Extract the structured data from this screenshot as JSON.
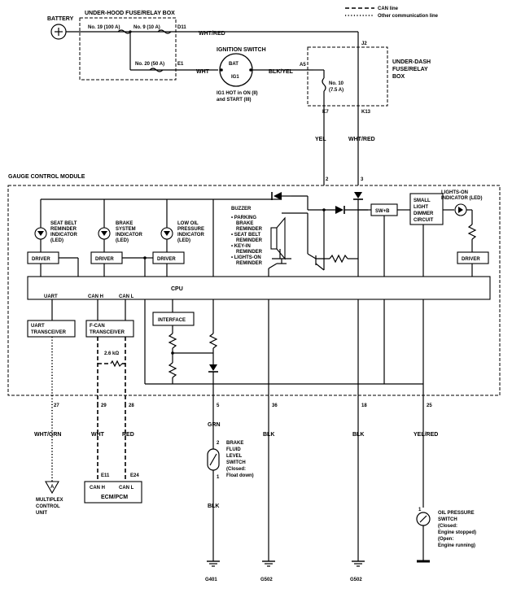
{
  "legend": {
    "can_line": "CAN line",
    "other_line": "Other communication line"
  },
  "power": {
    "battery": "BATTERY",
    "fuse_box": "UNDER-HOOD FUSE/RELAY BOX",
    "fuse19": "No. 19 (100 A)",
    "fuse9": "No. 9 (10 A)",
    "fuse20": "No. 20 (50 A)",
    "d11": "D11",
    "e1": "E1",
    "wht_red": "WHT/RED",
    "wht": "WHT",
    "ign_title": "IGNITION SWITCH",
    "bat": "BAT",
    "ig1": "IG1",
    "ign_note1": "IG1 HOT in ON (II)",
    "ign_note2": "and START (III)",
    "blk_yel": "BLK/YEL",
    "a5": "A5",
    "j2": "J2",
    "dash_box1": "UNDER-DASH",
    "dash_box2": "FUSE/RELAY",
    "dash_box3": "BOX",
    "fuse10a": "No. 10",
    "fuse10b": "(7.5 A)",
    "k7": "K7",
    "k13": "K13",
    "yel": "YEL",
    "wht_red2": "WHT/RED"
  },
  "gcm": {
    "title": "GAUGE CONTROL MODULE",
    "pin2": "2",
    "pin3": "3",
    "ind1": [
      "SEAT BELT",
      "REMINDER",
      "INDICATOR",
      "(LED)"
    ],
    "ind2": [
      "BRAKE",
      "SYSTEM",
      "INDICATOR",
      "(LED)"
    ],
    "ind3": [
      "LOW OIL",
      "PRESSURE",
      "INDICATOR",
      "(LED)"
    ],
    "driver": "DRIVER",
    "buzzer": "BUZZER",
    "buzzer_items": [
      "• PARKING",
      "BRAKE",
      "REMINDER",
      "• SEAT BELT",
      "REMINDER",
      "• KEY-IN",
      "REMINDER",
      "• LIGHTS-ON",
      "REMINDER"
    ],
    "swb": "SW+B",
    "dimmer": [
      "SMALL",
      "LIGHT",
      "DIMMER",
      "CIRCUIT"
    ],
    "lights_on": [
      "LIGHTS-ON",
      "INDICATOR (LED)"
    ],
    "cpu": "CPU",
    "uart": "UART",
    "canh": "CAN H",
    "canl": "CAN L",
    "uart_tr": [
      "UART",
      "TRANSCEIVER"
    ],
    "fcan_tr": [
      "F-CAN",
      "TRANSCEIVER"
    ],
    "interface": "INTERFACE",
    "res": "2.6 kΩ"
  },
  "pins": {
    "p27": "27",
    "p29": "29",
    "p28": "28",
    "p5": "5",
    "p36": "36",
    "p18": "18",
    "p25": "25"
  },
  "lower": {
    "wht_grn": "WHT/GRN",
    "wht": "WHT",
    "red": "RED",
    "grn": "GRN",
    "blk1": "BLK",
    "blk2": "BLK",
    "yel_red": "YEL/RED",
    "brake_sw": [
      "BRAKE",
      "FLUID",
      "LEVEL",
      "SWITCH",
      "(Closed:",
      "Float down)"
    ],
    "sw_pin2": "2",
    "sw_pin1": "1",
    "blk3": "BLK",
    "e11": "E11",
    "e24": "E24",
    "ecm_canh": "CAN H",
    "ecm_canl": "CAN L",
    "ecm": "ECM/PCM",
    "mux_a": "A",
    "mux": [
      "MULTIPLEX",
      "CONTROL",
      "UNIT"
    ],
    "oil_sw": [
      "OIL PRESSURE",
      "SWITCH",
      "(Closed:",
      "Engine stopped)",
      "(Open:",
      "Engine running)"
    ],
    "oil_pin": "1",
    "g401": "G401",
    "g502a": "G502",
    "g502b": "G502"
  }
}
